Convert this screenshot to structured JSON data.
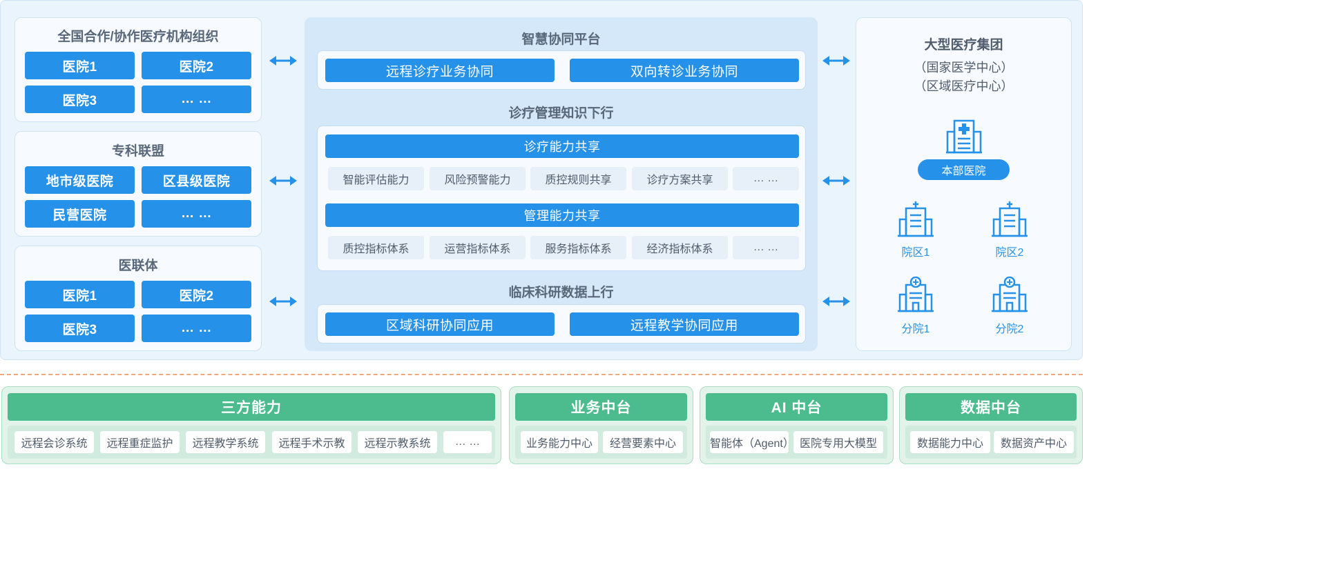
{
  "left": {
    "national": {
      "title": "全国合作/协作医疗机构组织",
      "items": [
        "医院1",
        "医院2",
        "医院3",
        "… …"
      ]
    },
    "specialty": {
      "title": "专科联盟",
      "items": [
        "地市级医院",
        "区县级医院",
        "民营医院",
        "… …"
      ]
    },
    "consortium": {
      "title": "医联体",
      "items": [
        "医院1",
        "医院2",
        "医院3",
        "… …"
      ]
    }
  },
  "center": {
    "platform": {
      "title": "智慧协同平台",
      "items": [
        "远程诊疗业务协同",
        "双向转诊业务协同"
      ]
    },
    "knowledge": {
      "title": "诊疗管理知识下行",
      "clinical": {
        "label": "诊疗能力共享",
        "chips": [
          "智能评估能力",
          "风险预警能力",
          "质控规则共享",
          "诊疗方案共享",
          "… …"
        ]
      },
      "management": {
        "label": "管理能力共享",
        "chips": [
          "质控指标体系",
          "运营指标体系",
          "服务指标体系",
          "经济指标体系",
          "… …"
        ]
      }
    },
    "research": {
      "title": "临床科研数据上行",
      "items": [
        "区域科研协同应用",
        "远程教学协同应用"
      ]
    }
  },
  "right": {
    "title": "大型医疗集团",
    "subtitles": [
      "（国家医学中心）",
      "（区域医疗中心）"
    ],
    "hq": "本部医院",
    "campuses": [
      "院区1",
      "院区2"
    ],
    "branches": [
      "分院1",
      "分院2"
    ]
  },
  "bottom": [
    {
      "title": "三方能力",
      "items": [
        "远程会诊系统",
        "远程重症监护",
        "远程教学系统",
        "远程手术示教",
        "远程示教系统",
        "… …"
      ]
    },
    {
      "title": "业务中台",
      "items": [
        "业务能力中心",
        "经营要素中心"
      ]
    },
    {
      "title": "AI 中台",
      "items": [
        "智能体（Agent）",
        "医院专用大模型"
      ]
    },
    {
      "title": "数据中台",
      "items": [
        "数据能力中心",
        "数据资产中心"
      ]
    }
  ],
  "colors": {
    "primary_blue": "#2691e8",
    "green": "#4cbb8e",
    "divider_orange": "#f0a878"
  },
  "icons": [
    "double-arrow-icon",
    "hospital-building-icon",
    "campus-building-icon",
    "branch-building-icon"
  ]
}
